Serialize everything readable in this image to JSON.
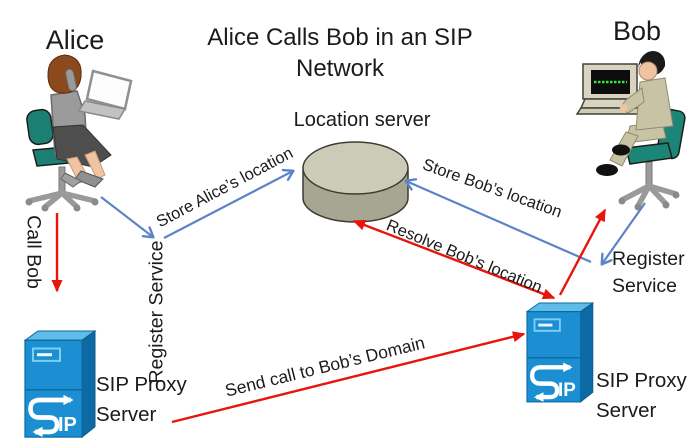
{
  "title": "Alice Calls Bob in an SIP Network",
  "actors": {
    "alice": {
      "label": "Alice"
    },
    "bob": {
      "label": "Bob"
    }
  },
  "nodes": {
    "location_server": {
      "label": "Location server"
    },
    "left_proxy": {
      "label": "SIP Proxy Server",
      "logo_ip": "IP"
    },
    "right_proxy": {
      "label": "SIP Proxy Server",
      "logo_ip": "IP"
    }
  },
  "edge_labels": {
    "call_bob": "Call Bob",
    "alice_register": "Register Service",
    "store_alice": "Store Alice’s location",
    "store_bob": "Store Bob’s location",
    "bob_register": "Register Service",
    "resolve_bob": "Resolve Bob’s location",
    "send_call": "Send call to Bob’s Domain"
  },
  "colors": {
    "arrow_red": "#e8150c",
    "arrow_blue": "#5b84c7",
    "server_front": "#1b8fd2",
    "server_side": "#0e6aa4",
    "server_top": "#5fbbe8",
    "cylinder_top": "#cbcbb7",
    "cylinder_side": "#a6a692",
    "chair_teal": "#1b7f74"
  }
}
